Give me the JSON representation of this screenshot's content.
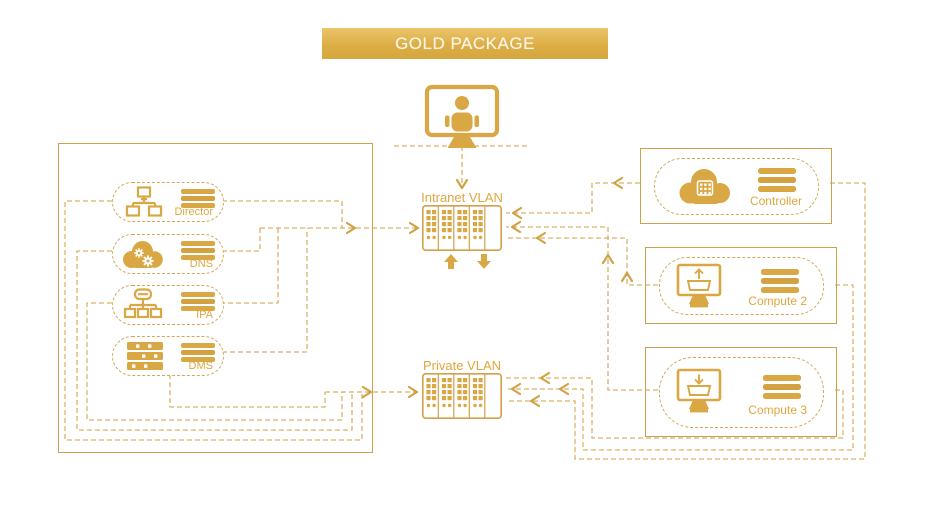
{
  "title": "GOLD PACKAGE",
  "user_terminal": {
    "icon": "user-monitor-icon"
  },
  "vlans": {
    "intranet": {
      "label": "Intranet VLAN",
      "icon": "switch-rack-icon"
    },
    "private": {
      "label": "Private VLAN",
      "icon": "switch-rack-icon"
    }
  },
  "left_nodes": {
    "director": {
      "label": "Director",
      "icon": "sitemap-icon"
    },
    "dns": {
      "label": "DNS",
      "icon": "cloud-gears-icon"
    },
    "ipa": {
      "label": "IPA",
      "icon": "hierarchy-icon"
    },
    "dms": {
      "label": "DMS",
      "icon": "server-rack-icon"
    }
  },
  "right_nodes": {
    "controller": {
      "label": "Controller",
      "icon": "cloud-chip-icon"
    },
    "compute2": {
      "label": "Compute 2",
      "icon": "monitor-upload-icon"
    },
    "compute3": {
      "label": "Compute 3",
      "icon": "monitor-download-icon"
    }
  },
  "icons": {
    "shared": "server-stack-icon",
    "under_intranet_switch": "up-down-arrows-icon"
  },
  "colors": {
    "gold": "#d9a845",
    "dashed_line": "#d6a44b",
    "title_background": "#ddae45",
    "title_text": "#fcf7ea",
    "label_text": "#dfa73e"
  }
}
